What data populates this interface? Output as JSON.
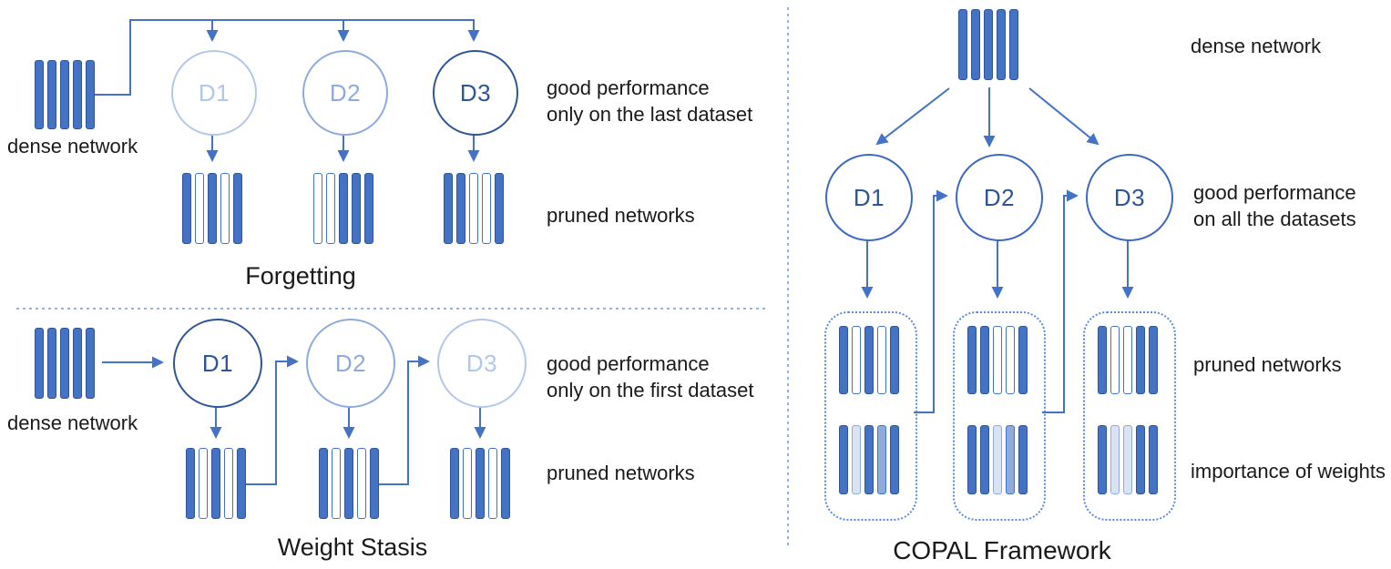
{
  "palette": {
    "bar_dark": "#4472c4",
    "bar_stroke": "#2f5597",
    "xlight": "#dae3f3",
    "medium": "#8faadc",
    "circle_light": "#b4c7e7",
    "circle_medium": "#8faadc",
    "circle_dark": "#2f5597",
    "circle_copal": "#3e69be",
    "line": "#4472c4",
    "divider": "#6f9ad8",
    "box_border": "#5b8bd6",
    "text": "#1a1a1a"
  },
  "shared": {
    "dense_pattern": [
      "solid",
      "solid",
      "solid",
      "solid",
      "solid"
    ]
  },
  "panels": {
    "forgetting": {
      "title": "Forgetting",
      "dense_label": "dense network",
      "datasets": [
        "D1",
        "D2",
        "D3"
      ],
      "note_line1": "good performance",
      "note_line2": "only on the last dataset",
      "pruned_label": "pruned networks",
      "pruned_patterns": [
        [
          "solid",
          "hollow",
          "solid",
          "hollow",
          "solid"
        ],
        [
          "hollow",
          "hollow",
          "solid",
          "solid",
          "solid"
        ],
        [
          "solid",
          "solid",
          "hollow",
          "hollow",
          "solid"
        ]
      ]
    },
    "weight_stasis": {
      "title": "Weight Stasis",
      "dense_label": "dense network",
      "datasets": [
        "D1",
        "D2",
        "D3"
      ],
      "note_line1": "good performance",
      "note_line2": "only on the first dataset",
      "pruned_label": "pruned networks",
      "pruned_patterns": [
        [
          "solid",
          "hollow",
          "solid",
          "hollow",
          "solid"
        ],
        [
          "solid",
          "hollow",
          "solid",
          "hollow",
          "solid"
        ],
        [
          "solid",
          "hollow",
          "solid",
          "hollow",
          "solid"
        ]
      ]
    },
    "copal": {
      "title": "COPAL Framework",
      "dense_label": "dense network",
      "datasets": [
        "D1",
        "D2",
        "D3"
      ],
      "note_line1": "good performance",
      "note_line2": "on all the datasets",
      "pruned_label": "pruned networks",
      "importance_label": "importance of weights",
      "pruned_patterns": [
        [
          "solid",
          "hollow",
          "solid",
          "hollow",
          "solid"
        ],
        [
          "solid",
          "solid",
          "hollow",
          "hollow",
          "solid"
        ],
        [
          "solid",
          "hollow",
          "hollow",
          "solid",
          "solid"
        ]
      ],
      "importance_patterns": [
        [
          "solid",
          "xlight",
          "solid",
          "medium",
          "solid"
        ],
        [
          "solid",
          "solid",
          "xlight",
          "medium",
          "solid"
        ],
        [
          "solid",
          "xlight",
          "xlight",
          "solid",
          "solid"
        ]
      ]
    }
  }
}
